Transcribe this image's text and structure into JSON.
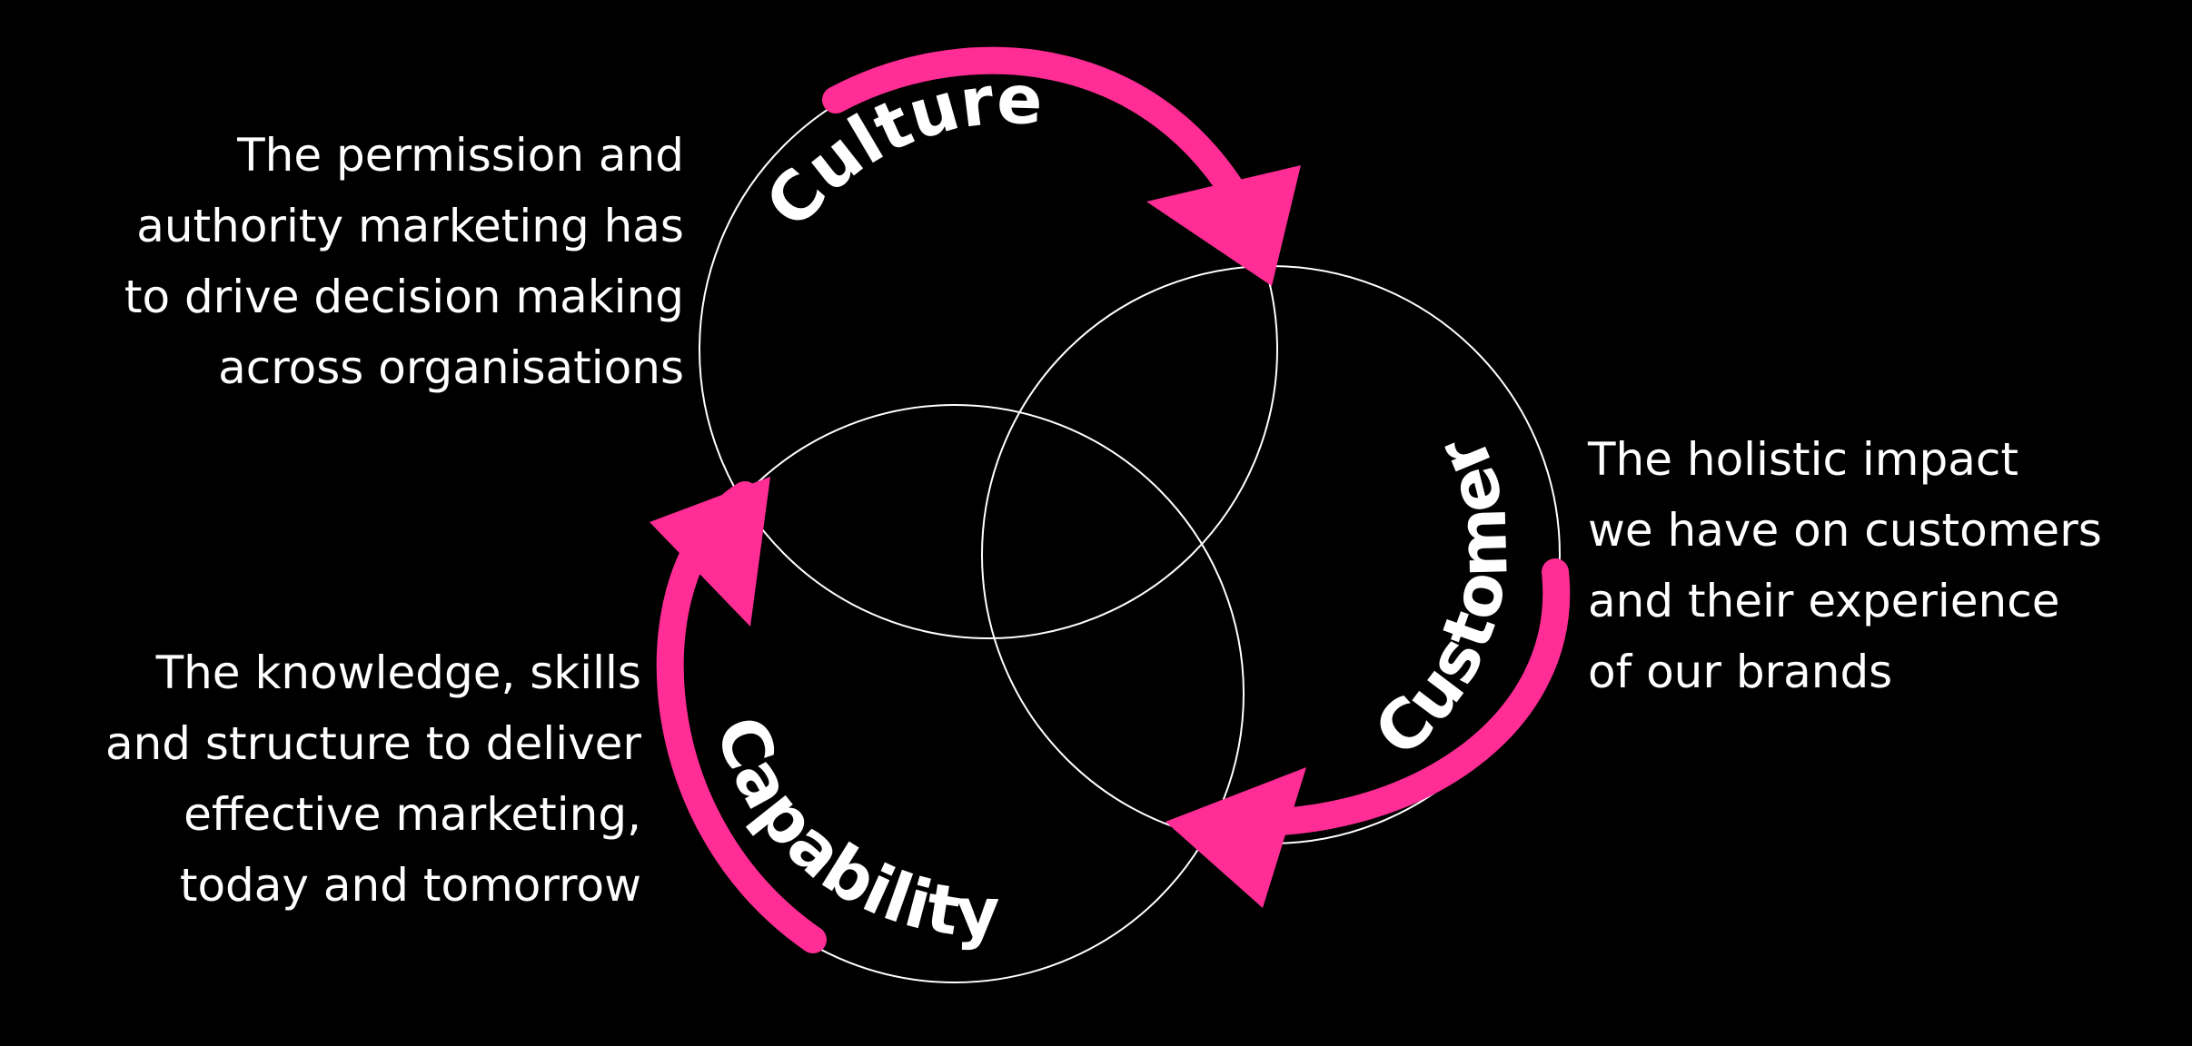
{
  "colors": {
    "background": "#000000",
    "circle_stroke": "#ffffff",
    "arrow": "#ff2d95",
    "text": "#ffffff"
  },
  "labels": {
    "culture": "Culture",
    "customer": "Customer",
    "capability": "Capability"
  },
  "descriptions": {
    "culture": [
      "The permission and",
      "authority marketing has",
      "to drive decision making",
      "across organisations"
    ],
    "customer": [
      "The holistic impact",
      "we have on customers",
      "and their experience",
      "of our brands"
    ],
    "capability": [
      "The knowledge, skills",
      "and structure to deliver",
      "effective marketing,",
      "today and tomorrow"
    ]
  }
}
